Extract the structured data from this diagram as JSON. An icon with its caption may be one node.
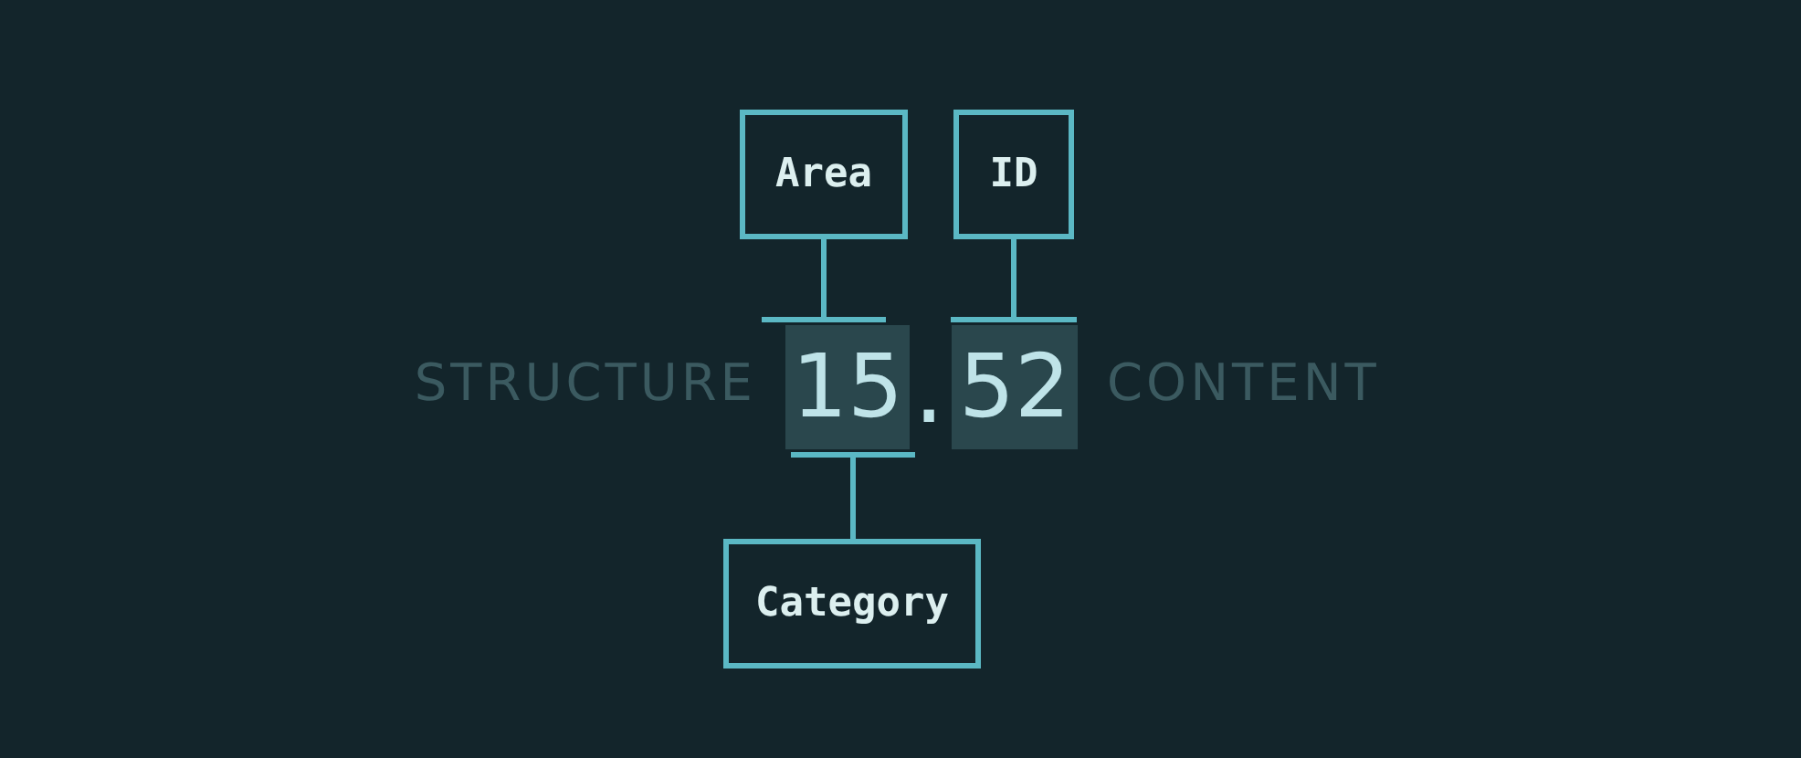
{
  "diagram": {
    "nodes": [
      {
        "text": [
          "Area"
        ]
      },
      {
        "text": [
          "ID"
        ]
      },
      {
        "text": [
          "15"
        ]
      },
      {
        "text": [
          "52"
        ]
      },
      {
        "text": [
          "Category"
        ]
      }
    ],
    "edges": [
      {
        "from": 0,
        "to": 2,
        "arrow": "other"
      },
      {
        "from": 1,
        "to": 3,
        "arrow": "other"
      },
      {
        "from": 4,
        "to": 2,
        "arrow": "other"
      }
    ],
    "labels": [
      "STRUCTURE",
      ".",
      "CONTENT"
    ]
  }
}
